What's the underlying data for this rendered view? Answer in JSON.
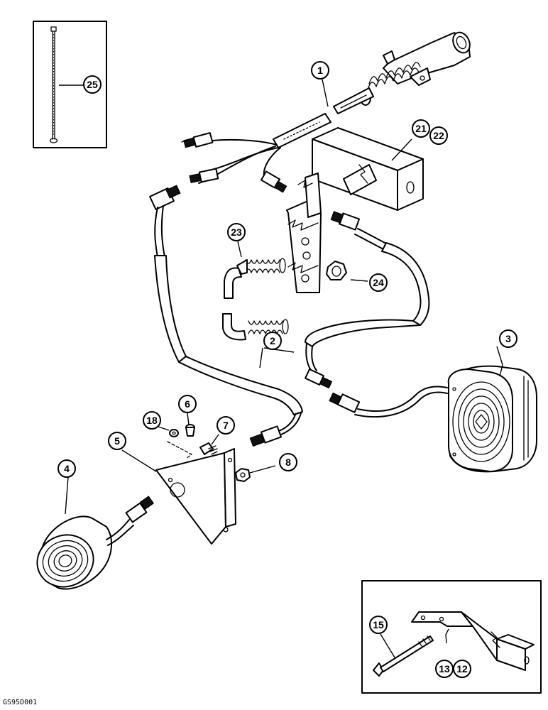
{
  "callouts": {
    "c1": "1",
    "c2": "2",
    "c3": "3",
    "c4": "4",
    "c5": "5",
    "c6": "6",
    "c7": "7",
    "c8": "8",
    "c12": "12",
    "c13": "13",
    "c15": "15",
    "c18": "18",
    "c21": "21",
    "c22": "22",
    "c23": "23",
    "c24": "24",
    "c25": "25"
  },
  "figure_code": "GS95D001"
}
